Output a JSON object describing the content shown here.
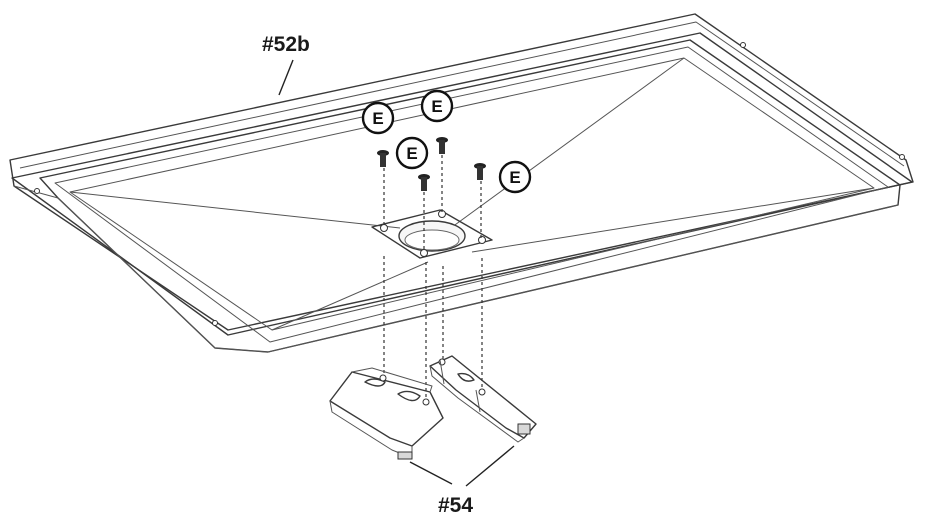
{
  "diagram": {
    "labels": {
      "tray_part": "#52b",
      "bracket_part": "#54"
    },
    "fastener_callout": "E",
    "colors": {
      "line": "#3a3a3a",
      "tray_fill": "#e9e9e9",
      "tray_inner": "#dcdcdc",
      "background": "#ffffff"
    },
    "icons": [
      "screw-icon",
      "callout-circle"
    ]
  }
}
